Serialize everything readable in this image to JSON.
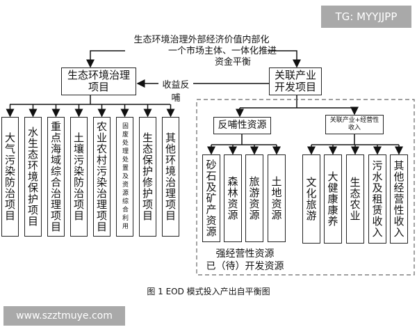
{
  "top_note": {
    "line1": "生态环境治理外部经济价值内部化",
    "line2": "一个市场主体、一体化推进",
    "line3": "资金平衡"
  },
  "left_main": "生态环境治理项目",
  "right_main": "关联产业开发项目",
  "feedback_label": "收益反哺",
  "left_items": [
    "大气污染防治项目",
    "水生态环境保护项目",
    "重点海域综合治理项目",
    "土壤污染防治项目",
    "农业农村污染治理项目",
    "固废处理处置及资源综合利用",
    "生态保护修护项目",
    "其他环境治理项目"
  ],
  "resource_group": {
    "title": "反哺性资源",
    "items": [
      "砂石及矿产资源",
      "森林资源",
      "旅游资源",
      "土地资源"
    ]
  },
  "income_group": {
    "title": "关联产业+经营性收入",
    "items": [
      "文化旅游",
      "大健康康养",
      "生态农业",
      "污水及租赁收入",
      "其他经营性收入"
    ]
  },
  "region_label": {
    "line1": "强经营性资源",
    "line2": "已（待）开发资源"
  },
  "caption": "图 1  EOD 模式投入产出自平衡图",
  "watermarks": {
    "tg": "TG: MYYJJPP",
    "site": "www.szztmuye.com"
  }
}
